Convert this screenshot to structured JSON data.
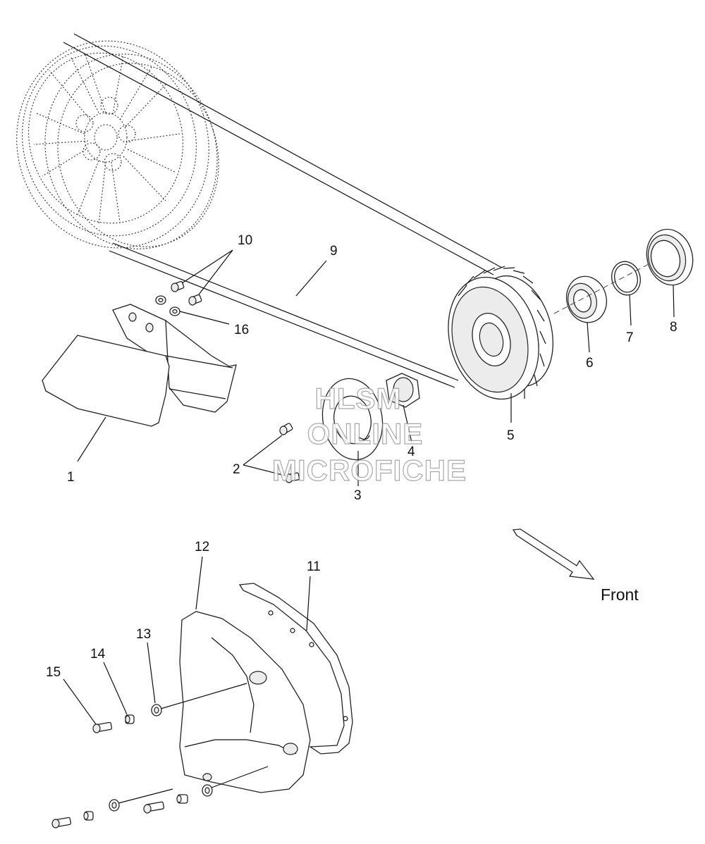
{
  "diagram": {
    "callouts": {
      "c1": "1",
      "c2": "2",
      "c3": "3",
      "c4": "4",
      "c5": "5",
      "c6": "6",
      "c7": "7",
      "c8": "8",
      "c9": "9",
      "c10": "10",
      "c11": "11",
      "c12": "12",
      "c13": "13",
      "c14": "14",
      "c15": "15",
      "c16": "16"
    },
    "direction_label": "Front",
    "watermark": {
      "line1": "HLSM",
      "line2": "ONLINE",
      "line3": "MICROFICHE"
    }
  }
}
